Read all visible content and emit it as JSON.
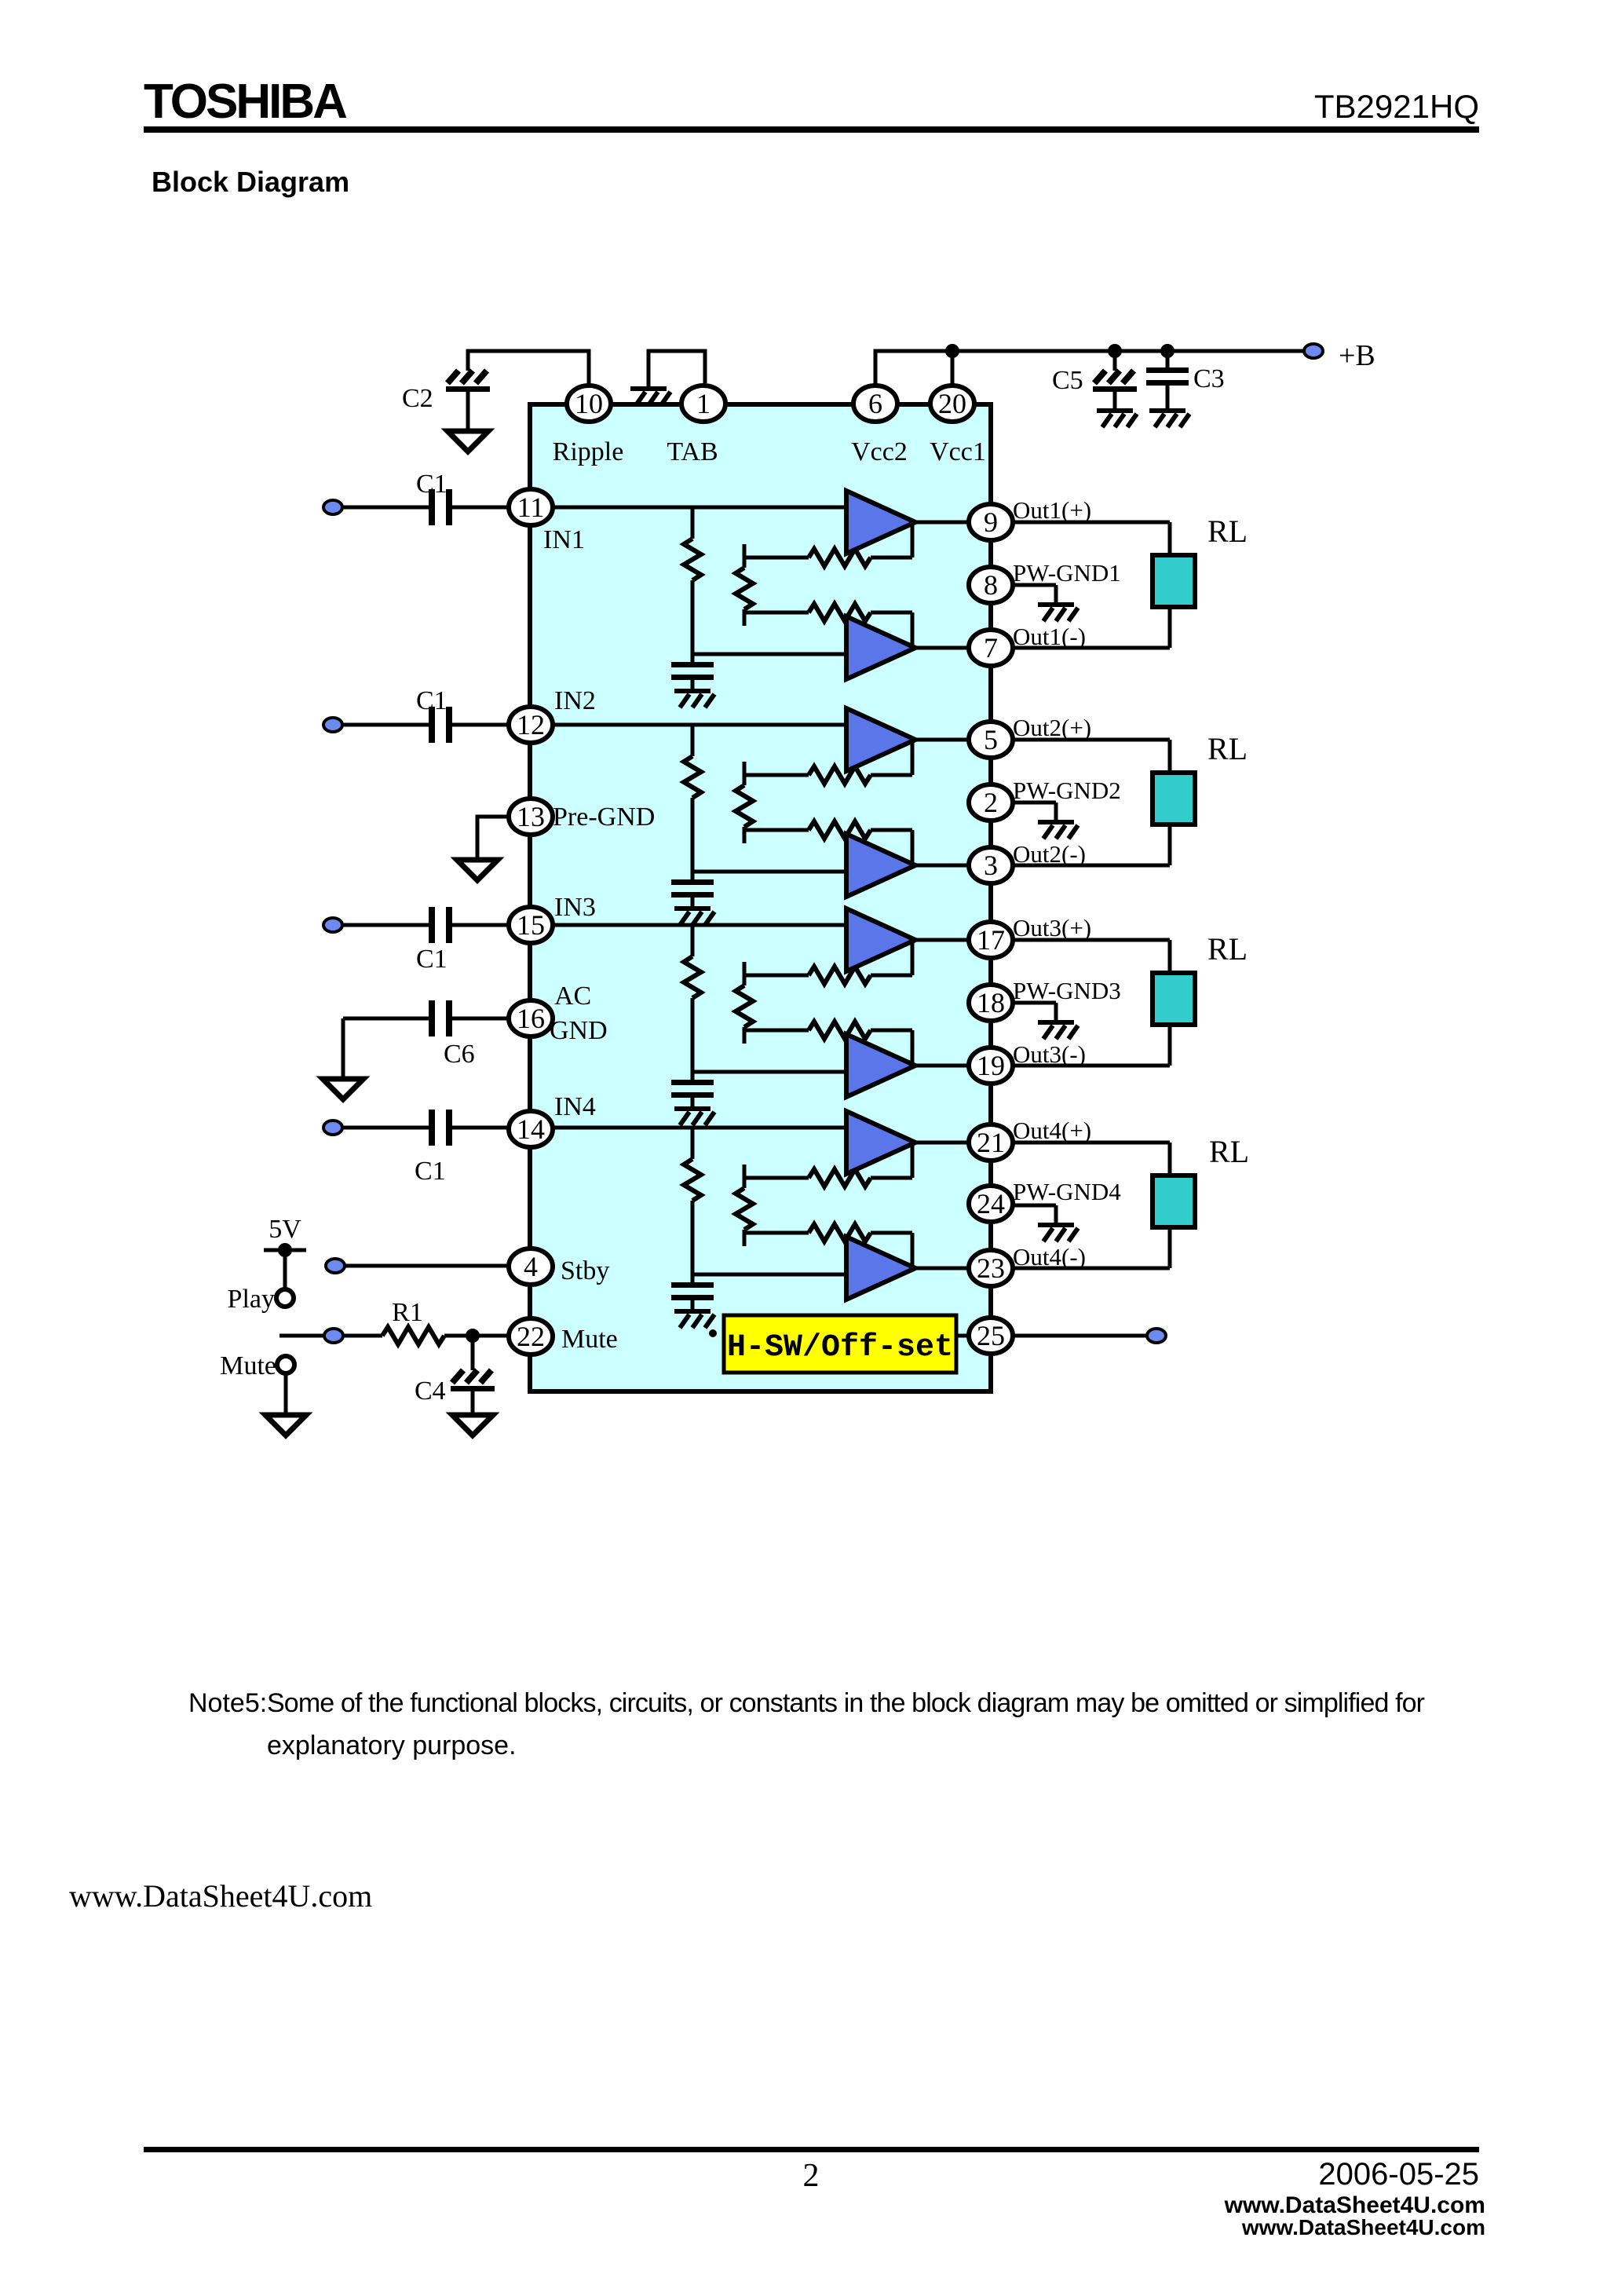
{
  "header": {
    "brand": "TOSHIBA",
    "part_number": "TB2921HQ",
    "section_title": "Block Diagram"
  },
  "note": {
    "label": "Note5:",
    "line1": "Some of the functional blocks, circuits, or constants in the block diagram may be omitted or simplified for",
    "line2": "explanatory purpose."
  },
  "watermark": "www.DataSheet4U.com",
  "footer": {
    "page_number": "2",
    "date": "2006-05-25",
    "site": "www.DataSheet4U.com"
  },
  "diagram": {
    "colors": {
      "ic_fill": "#ccffff",
      "amp_fill": "#5b76e8",
      "load_fill": "#33cccc",
      "terminal_fill": "#6b8bf0",
      "hsw_fill": "#ffff00"
    },
    "supply_label": "+B",
    "logic_5v": "5V",
    "play_label": "Play",
    "mute_label": "Mute",
    "hsw_label": "H-SW/Off-set",
    "rl_label": "RL",
    "components": {
      "c1": "C1",
      "c2": "C2",
      "c3": "C3",
      "c4": "C4",
      "c5": "C5",
      "c6": "C6",
      "r1": "R1"
    },
    "top_pins": [
      {
        "number": "10",
        "label": "Ripple"
      },
      {
        "number": "1",
        "label": "TAB"
      },
      {
        "number": "6",
        "label": "Vcc2"
      },
      {
        "number": "20",
        "label": "Vcc1"
      }
    ],
    "left_pins": [
      {
        "number": "11",
        "label": "IN1"
      },
      {
        "number": "12",
        "label": "IN2"
      },
      {
        "number": "13",
        "label": "Pre-GND"
      },
      {
        "number": "15",
        "label": "IN3"
      },
      {
        "number": "16",
        "label": "AC",
        "label2": "GND"
      },
      {
        "number": "14",
        "label": "IN4"
      },
      {
        "number": "4",
        "label": "Stby"
      },
      {
        "number": "22",
        "label": "Mute"
      }
    ],
    "right_pins": [
      {
        "number": "9",
        "label": "Out1(+)"
      },
      {
        "number": "8",
        "label": "PW-GND1"
      },
      {
        "number": "7",
        "label": "Out1(-)"
      },
      {
        "number": "5",
        "label": "Out2(+)"
      },
      {
        "number": "2",
        "label": "PW-GND2"
      },
      {
        "number": "3",
        "label": "Out2(-)"
      },
      {
        "number": "17",
        "label": "Out3(+)"
      },
      {
        "number": "18",
        "label": "PW-GND3"
      },
      {
        "number": "19",
        "label": "Out3(-)"
      },
      {
        "number": "21",
        "label": "Out4(+)"
      },
      {
        "number": "24",
        "label": "PW-GND4"
      },
      {
        "number": "23",
        "label": "Out4(-)"
      },
      {
        "number": "25",
        "label": ""
      }
    ]
  }
}
